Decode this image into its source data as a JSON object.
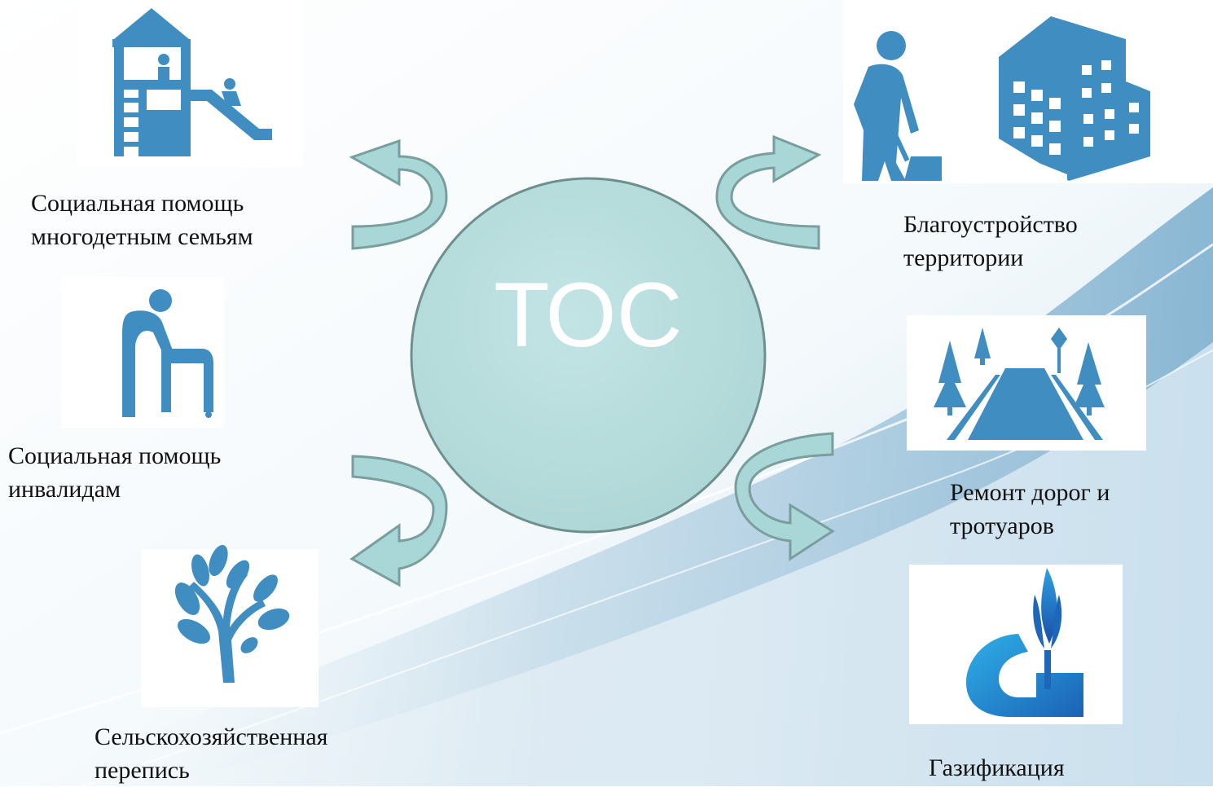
{
  "hub": {
    "label": "ТОС"
  },
  "items": {
    "large_families": {
      "line1": "Социальная помощь",
      "line2": "многодетным семьям",
      "icon": "playground-icon"
    },
    "disabled": {
      "line1": "Социальная помощь",
      "line2": "инвалидам",
      "icon": "elderly-person-walker-icon"
    },
    "census": {
      "line1": "Сельскохозяйственная",
      "line2": "перепись",
      "icon": "plant-sprout-icon"
    },
    "improvement": {
      "line1": "Благоустройство",
      "line2": "территории",
      "icon": "worker-shovel-building-icon"
    },
    "roads": {
      "line1": "Ремонт дорог и",
      "line2": "тротуаров",
      "icon": "road-trees-icon"
    },
    "gas": {
      "line1": "Газификация",
      "icon": "gazprom-flame-logo"
    }
  },
  "colors": {
    "icon_blue": "#3f8dc1",
    "hub_fill": "#b5dcdc",
    "hub_stroke": "#6f8f8f",
    "arrow_fill": "#a9d6d6",
    "arrow_shade": "#7a9e9e",
    "bg_wave": "#9fc3db"
  }
}
